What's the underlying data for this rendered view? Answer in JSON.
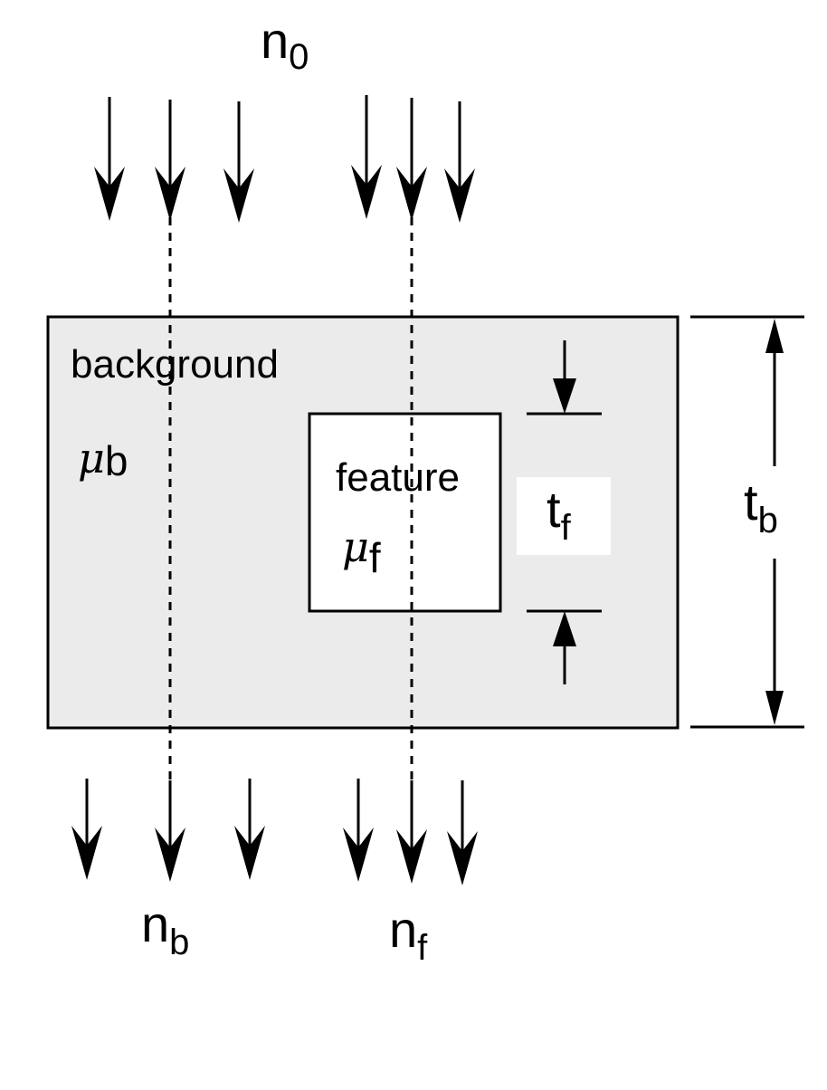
{
  "labels": {
    "incident": {
      "base": "n",
      "sub": "0"
    },
    "transmitted_background": {
      "base": "n",
      "sub": "b"
    },
    "transmitted_feature": {
      "base": "n",
      "sub": "f"
    },
    "background_text": "background",
    "background_mu": {
      "base": "μ",
      "sub": "b"
    },
    "feature_text": "feature",
    "feature_mu": {
      "base": "μ",
      "sub": "f"
    },
    "feature_thickness": {
      "base": "t",
      "sub": "f"
    },
    "background_thickness": {
      "base": "t",
      "sub": "b"
    }
  },
  "colors": {
    "background_fill": "#ebebeb",
    "feature_fill": "#ffffff",
    "stroke": "#000000"
  }
}
